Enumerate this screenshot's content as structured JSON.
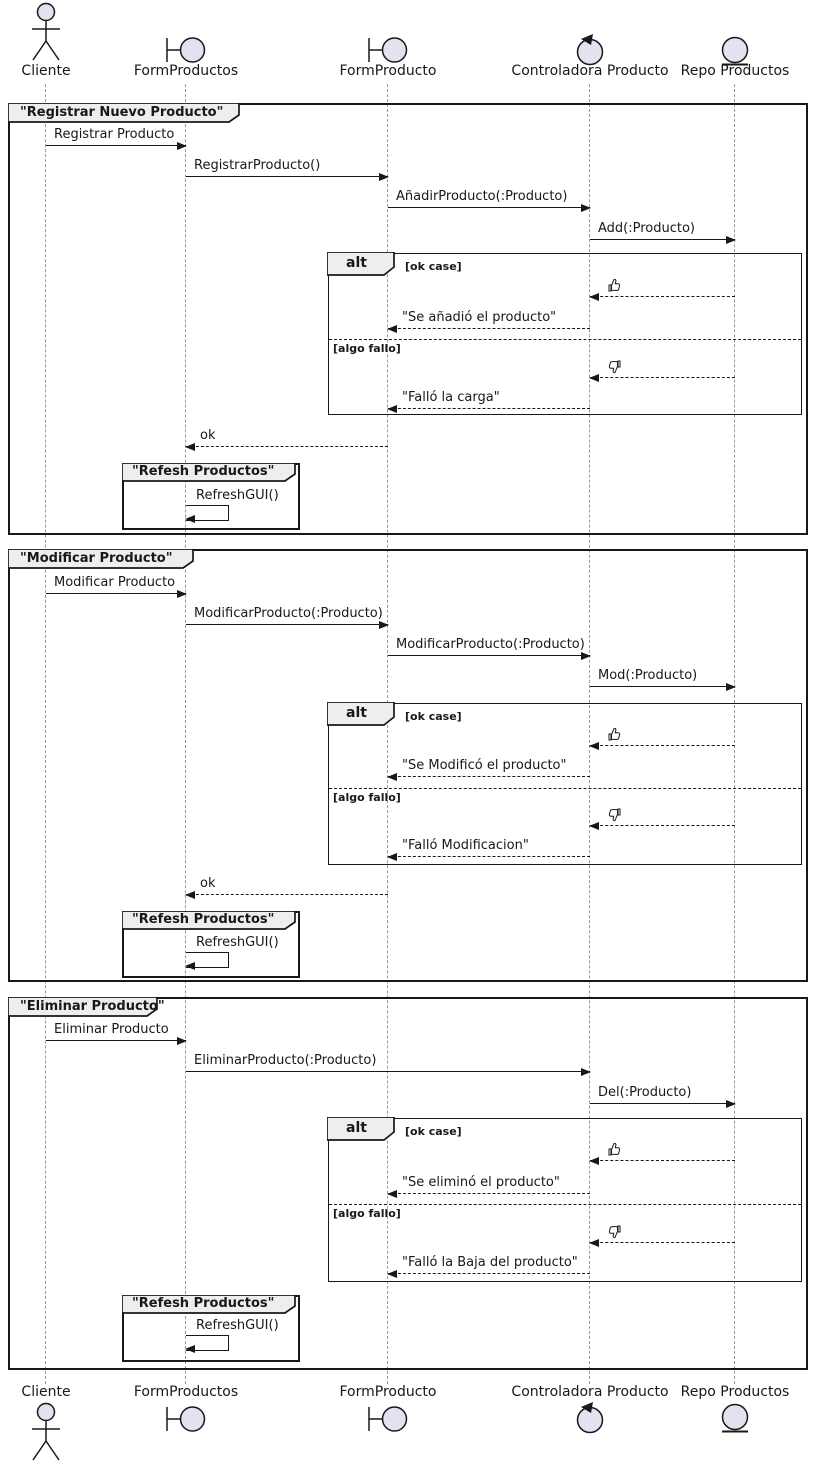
{
  "participants": [
    {
      "name": "Cliente",
      "type": "actor"
    },
    {
      "name": "FormProductos",
      "type": "boundary"
    },
    {
      "name": "FormProducto",
      "type": "boundary"
    },
    {
      "name": "Controladora Producto",
      "type": "control"
    },
    {
      "name": "Repo Productos",
      "type": "entity"
    }
  ],
  "groups": [
    {
      "title": "\"Registrar Nuevo Producto\"",
      "messages": [
        "Registrar Producto",
        "RegistrarProducto()",
        "AñadirProducto(:Producto)",
        "Add(:Producto)"
      ],
      "alt": {
        "operator": "alt",
        "ok_guard": "[ok case]",
        "ok_icon": "thumbs-up-icon",
        "ok_reply": "\"Se añadió el producto\"",
        "fail_guard": "[algo fallo]",
        "fail_icon": "thumbs-down-icon",
        "fail_reply": "\"Falló la carga\""
      },
      "return_label": "ok",
      "refresh": {
        "title": "\"Refesh Productos\"",
        "message": "RefreshGUI()"
      }
    },
    {
      "title": "\"Modificar Producto\"",
      "messages": [
        "Modificar Producto",
        "ModificarProducto(:Producto)",
        "ModificarProducto(:Producto)",
        "Mod(:Producto)"
      ],
      "alt": {
        "operator": "alt",
        "ok_guard": "[ok case]",
        "ok_icon": "thumbs-up-icon",
        "ok_reply": "\"Se Modificó el producto\"",
        "fail_guard": "[algo fallo]",
        "fail_icon": "thumbs-down-icon",
        "fail_reply": "\"Falló Modificacion\""
      },
      "return_label": "ok",
      "refresh": {
        "title": "\"Refesh Productos\"",
        "message": "RefreshGUI()"
      }
    },
    {
      "title": "\"Eliminar Producto\"",
      "messages": [
        "Eliminar Producto",
        "EliminarProducto(:Producto)",
        "Del(:Producto)"
      ],
      "alt": {
        "operator": "alt",
        "ok_guard": "[ok case]",
        "ok_icon": "thumbs-up-icon",
        "ok_reply": "\"Se eliminó el producto\"",
        "fail_guard": "[algo fallo]",
        "fail_icon": "thumbs-down-icon",
        "fail_reply": "\"Falló la Baja del producto\""
      },
      "refresh": {
        "title": "\"Refesh Productos\"",
        "message": "RefreshGUI()"
      }
    }
  ],
  "colors": {
    "line": "#181818",
    "participant_fill": "#E2E2F0",
    "frame_label_bg": "#EEEEEE",
    "lifeline": "#999999"
  }
}
